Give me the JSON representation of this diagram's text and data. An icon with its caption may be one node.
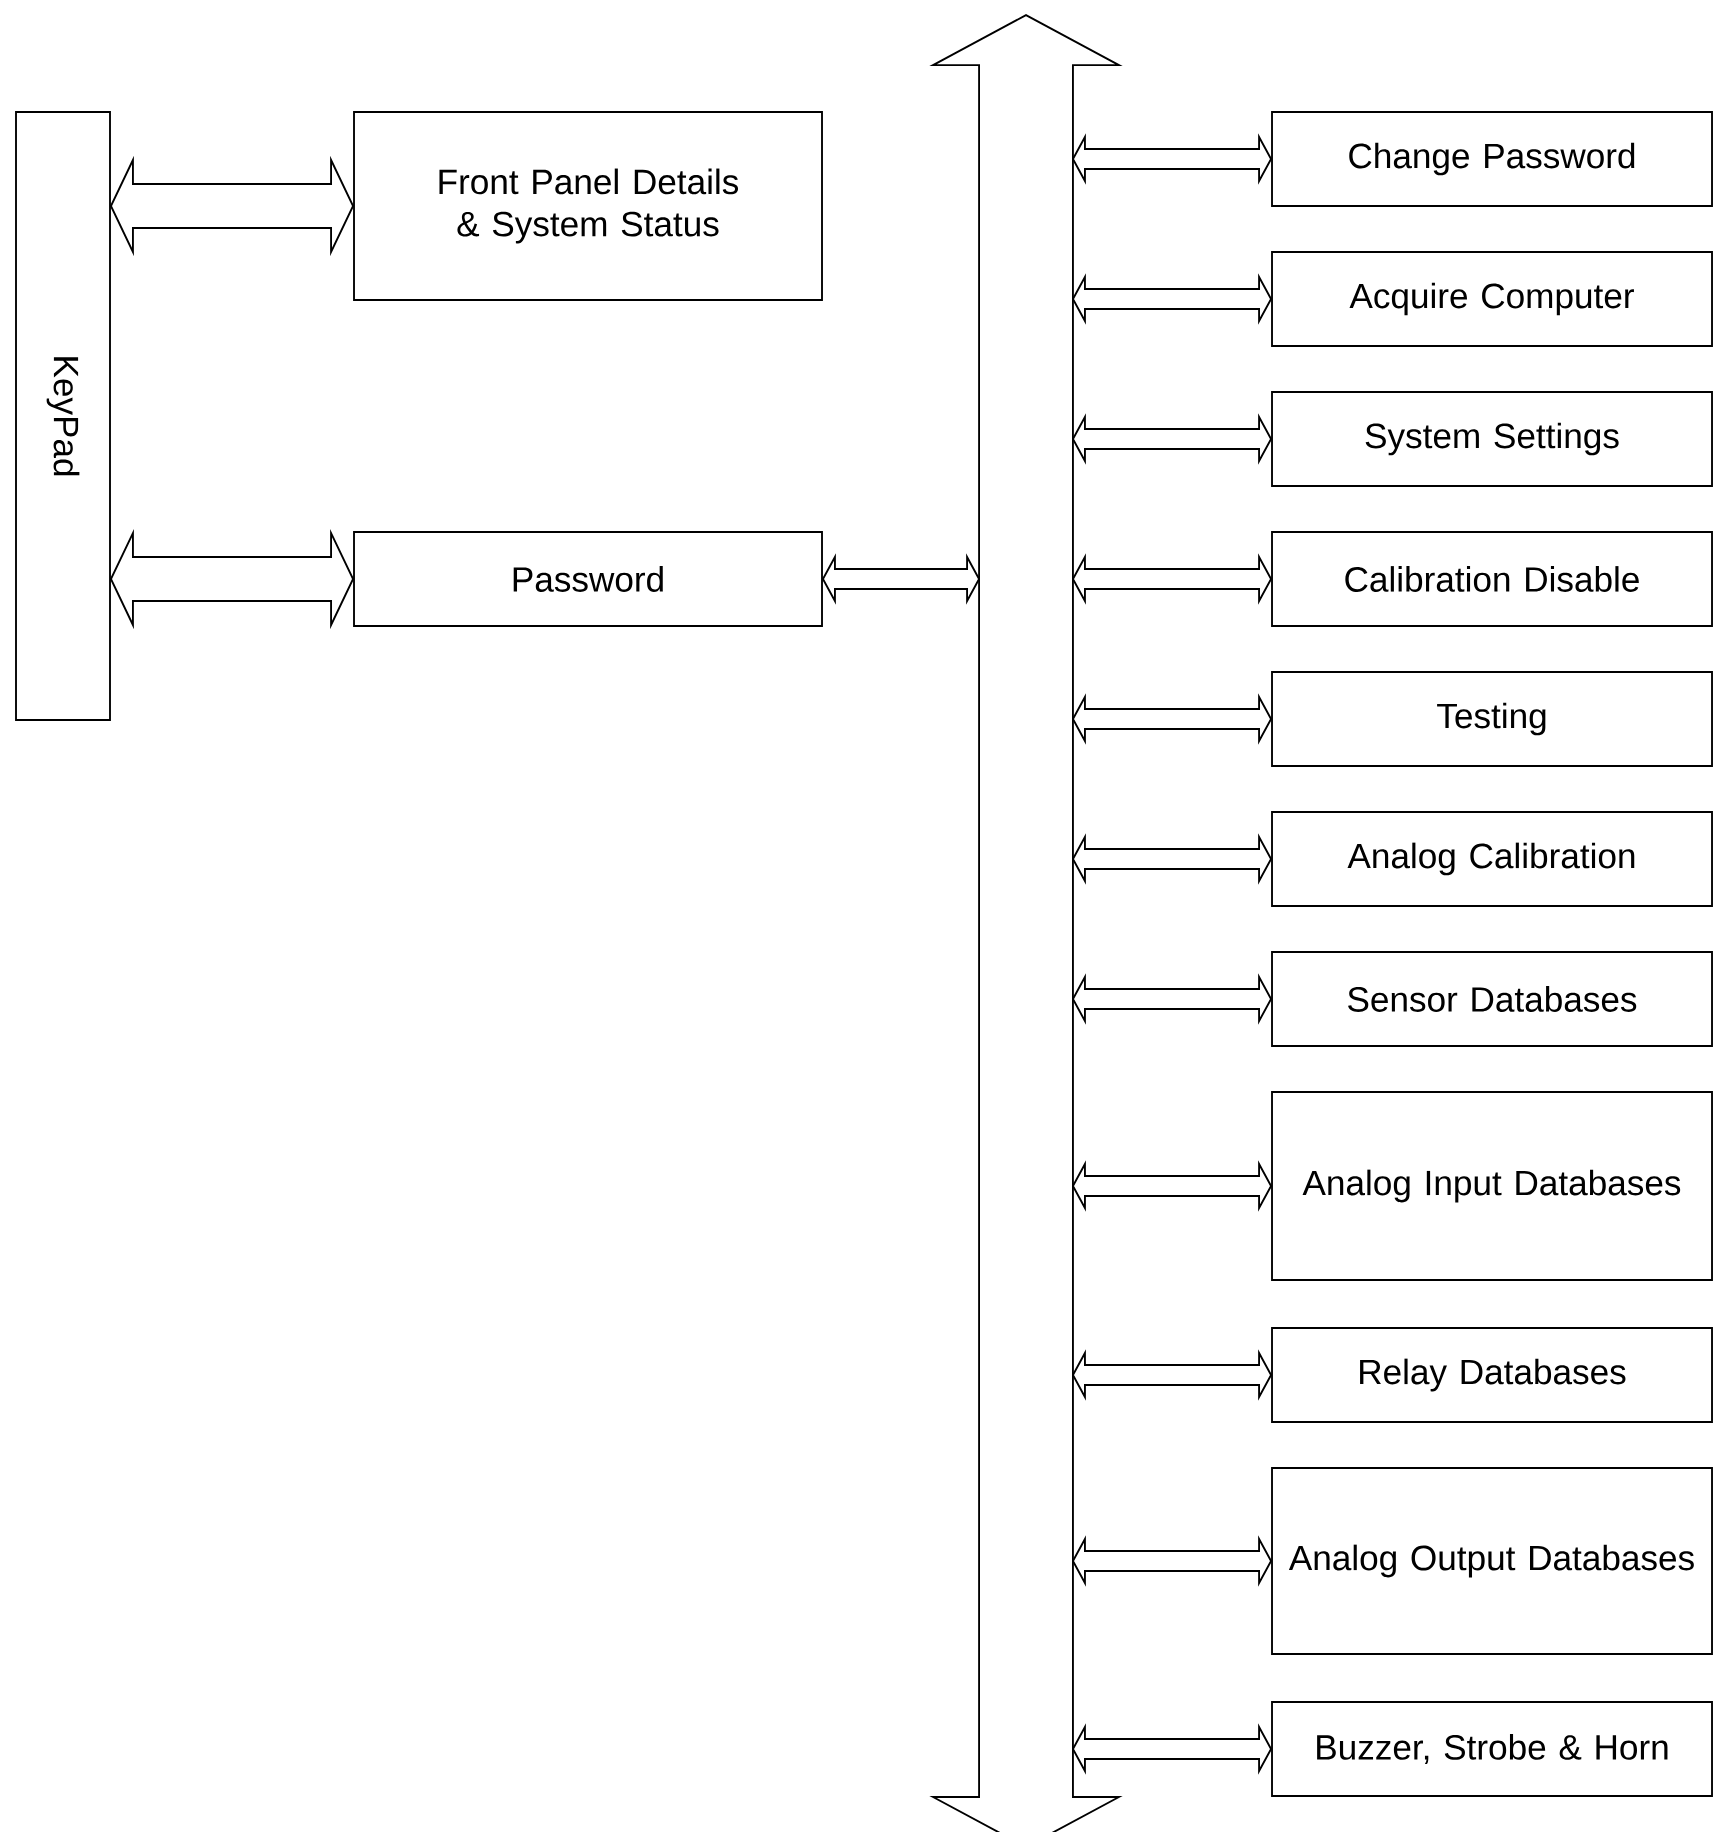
{
  "diagram": {
    "nodes": [
      {
        "text": [
          "KeyPad"
        ]
      },
      {
        "text": [
          "Front Panel Details & System Status"
        ]
      },
      {
        "text": [
          "Password"
        ]
      },
      {
        "text": [],
        "shape": "arrow"
      },
      {
        "text": [
          "Change Password"
        ]
      },
      {
        "text": [
          "Acquire Computer"
        ]
      },
      {
        "text": [
          "System Settings"
        ]
      },
      {
        "text": [
          "Calibration Disable"
        ]
      },
      {
        "text": [
          "Testing"
        ]
      },
      {
        "text": [
          "Analog Calibration"
        ]
      },
      {
        "text": [
          "Sensor Databases"
        ]
      },
      {
        "text": [
          "Analog Input Databases"
        ]
      },
      {
        "text": [
          "Relay Databases"
        ]
      },
      {
        "text": [
          "Analog Output Databases"
        ]
      },
      {
        "text": [
          "Buzzer, Strobe & Horn"
        ]
      }
    ],
    "edges": [
      {
        "from": 0,
        "to": 1,
        "arrow": "both"
      },
      {
        "from": 0,
        "to": 2,
        "arrow": "both"
      },
      {
        "from": 2,
        "to": 3,
        "arrow": "both"
      },
      {
        "from": 3,
        "to": 4,
        "arrow": "both"
      },
      {
        "from": 3,
        "to": 5,
        "arrow": "both"
      },
      {
        "from": 3,
        "to": 6,
        "arrow": "both"
      },
      {
        "from": 3,
        "to": 7,
        "arrow": "both"
      },
      {
        "from": 3,
        "to": 8,
        "arrow": "both"
      },
      {
        "from": 3,
        "to": 9,
        "arrow": "both"
      },
      {
        "from": 3,
        "to": 10,
        "arrow": "both"
      },
      {
        "from": 3,
        "to": 11,
        "arrow": "both"
      },
      {
        "from": 3,
        "to": 12,
        "arrow": "both"
      },
      {
        "from": 3,
        "to": 13,
        "arrow": "both"
      },
      {
        "from": 3,
        "to": 14,
        "arrow": "both"
      }
    ]
  }
}
